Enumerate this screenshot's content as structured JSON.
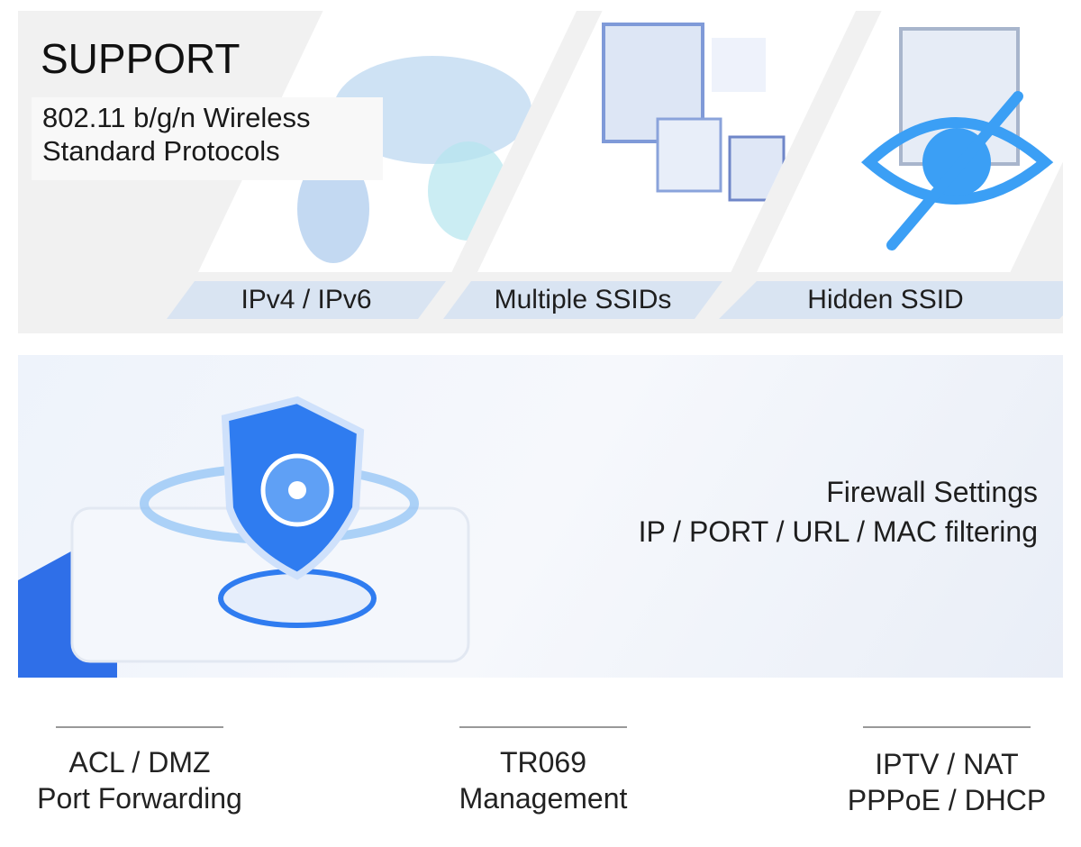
{
  "support": {
    "title": "SUPPORT",
    "subtitle_line1": "802.11 b/g/n Wireless",
    "subtitle_line2": "Standard Protocols",
    "features": [
      {
        "label": "IPv4 / IPv6",
        "icon": "world-map-icon"
      },
      {
        "label": "Multiple SSIDs",
        "icon": "multiple-devices-icon"
      },
      {
        "label": "Hidden SSID",
        "icon": "eye-slash-icon"
      }
    ]
  },
  "firewall": {
    "line1": "Firewall Settings",
    "line2": "IP / PORT / URL / MAC filtering",
    "icon": "shield-icon",
    "accent": "#2f7cf0"
  },
  "bottom": [
    {
      "line1": "ACL / DMZ",
      "line2": "Port Forwarding"
    },
    {
      "line1": "TR069",
      "line2": "Management"
    },
    {
      "line1": "IPTV / NAT",
      "line2": "PPPoE / DHCP"
    }
  ]
}
